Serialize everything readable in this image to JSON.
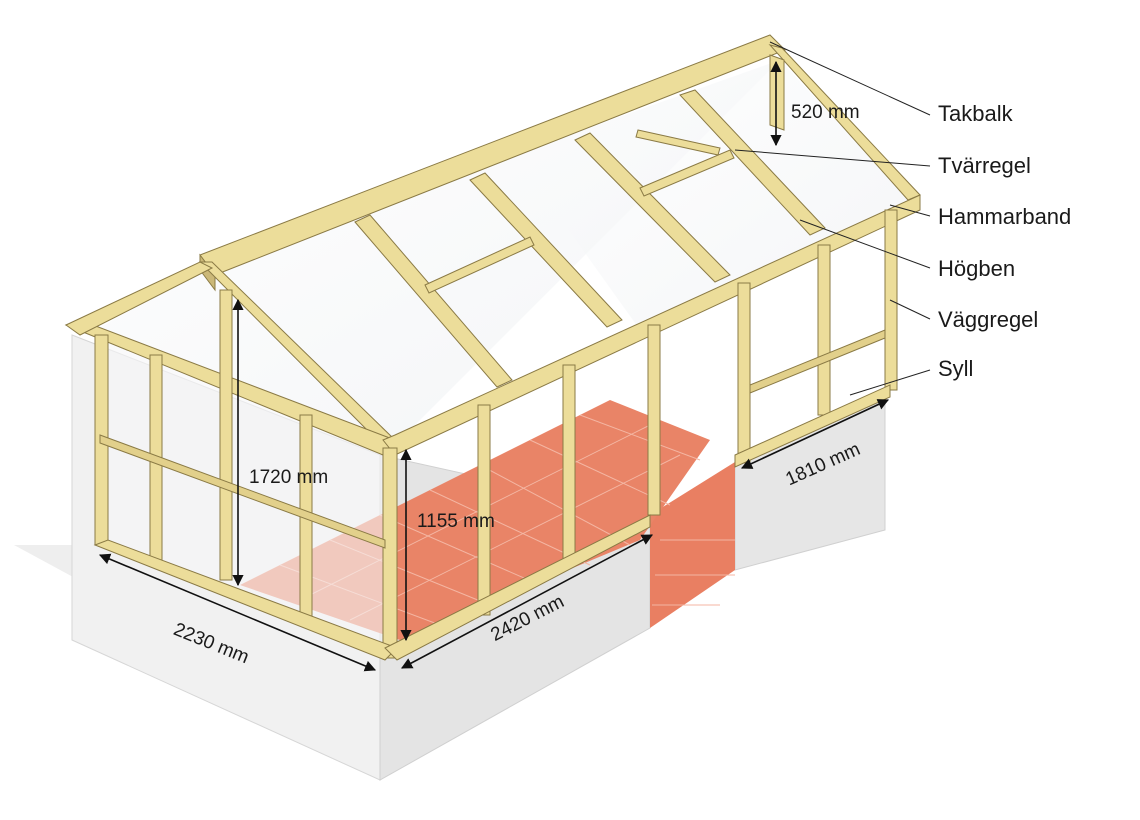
{
  "colors": {
    "wood": "#ecdd9a",
    "wood_shadow": "#cbb878",
    "wood_edge": "#8a7a45",
    "wall": "#f3f3f3",
    "wall_shadow": "#dcdcdc",
    "tile": "#e87f62",
    "glass": "#f7f8fa"
  },
  "parts": [
    {
      "name": "Takbalk"
    },
    {
      "name": "Tvärregel"
    },
    {
      "name": "Hammarband"
    },
    {
      "name": "Högben"
    },
    {
      "name": "Väggregel"
    },
    {
      "name": "Syll"
    }
  ],
  "dimensions": {
    "roof_rise": "520 mm",
    "gable_height": "1720 mm",
    "wall_height": "1155 mm",
    "gable_width": "2230 mm",
    "side_length": "2420 mm",
    "door_wall_length": "1810 mm"
  }
}
